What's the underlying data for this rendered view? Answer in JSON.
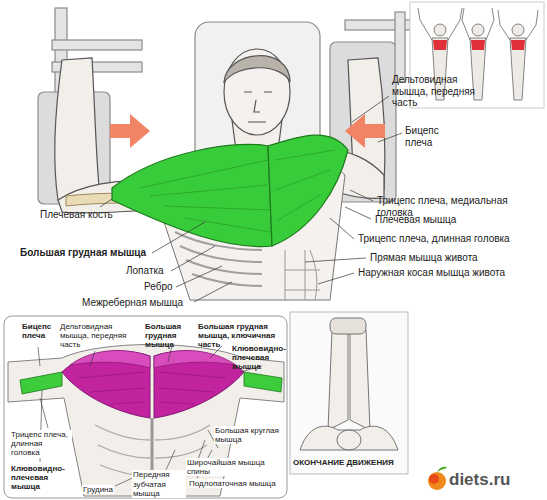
{
  "diagram": {
    "labels": [
      "Дельтовидная мышца, передняя часть",
      "Бицепс плеча",
      "Плечевая кость",
      "Трицепс плеча, медиальная головка",
      "Плечевая мышца",
      "Большая грудная мышца",
      "Трицепс плеча, длинная головка",
      "Лопатка",
      "Прямая мышца живота",
      "Ребро",
      "Наружная косая мышца живота",
      "Межреберная мышца",
      "Бицепс плеча",
      "Дельтовидная мышца, передняя часть",
      "Большая грудная мышца",
      "Большая грудная мышца, ключичная часть",
      "Клювовидно-плечевая мышца",
      "Трицепс плеча, длинная головка",
      "Клювовидно-плечевая мышца",
      "Грудина",
      "Передняя зубчатая мышца",
      "Большая круглая мышца",
      "Широчайшая мышца спины",
      "Подлопаточная мышца",
      "ОКОНЧАНИЕ ДВИЖЕНИЯ",
      "diets.ru"
    ]
  }
}
